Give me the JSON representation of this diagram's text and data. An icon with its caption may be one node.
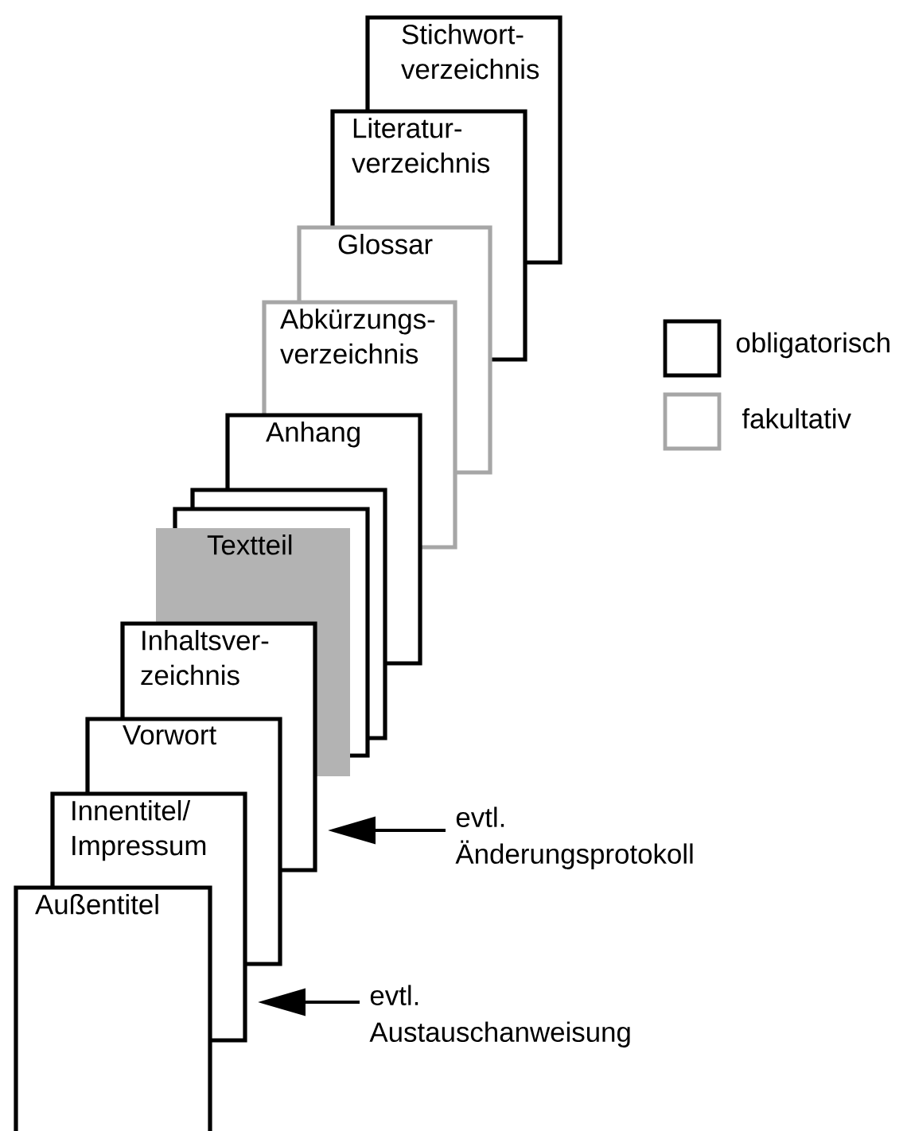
{
  "diagram": {
    "nodes": [
      {
        "text": [
          "Stichwort- verzeichnis"
        ]
      },
      {
        "text": [
          "Literatur- verzeichnis"
        ]
      },
      {
        "text": [
          "Glossar"
        ]
      },
      {
        "text": [
          "Abkürzungs- verzeichnis"
        ]
      },
      {
        "text": [
          "Anhang"
        ]
      },
      {
        "text": [],
        "shape": "box"
      },
      {
        "text": [],
        "shape": "box"
      },
      {
        "text": [
          "Textteil"
        ]
      },
      {
        "text": [
          "Inhaltsver- zeichnis"
        ]
      },
      {
        "text": [
          "Vorwort"
        ]
      },
      {
        "text": [
          "Innentitel/ Impressum"
        ]
      },
      {
        "text": [
          "Außentitel"
        ]
      },
      {
        "text": [
          "evtl. Änderungsprotokoll"
        ]
      },
      {
        "text": [
          "evtl. Austauschanweisung"
        ]
      }
    ],
    "edges": [
      {
        "from": 12,
        "to": null,
        "arrow": "to"
      },
      {
        "from": 13,
        "to": null,
        "arrow": "to"
      }
    ],
    "legend": [
      {
        "text": "obligatorisch",
        "color": "#000000"
      },
      {
        "text": "fakultativ",
        "color": "#a6a6a6"
      }
    ]
  }
}
